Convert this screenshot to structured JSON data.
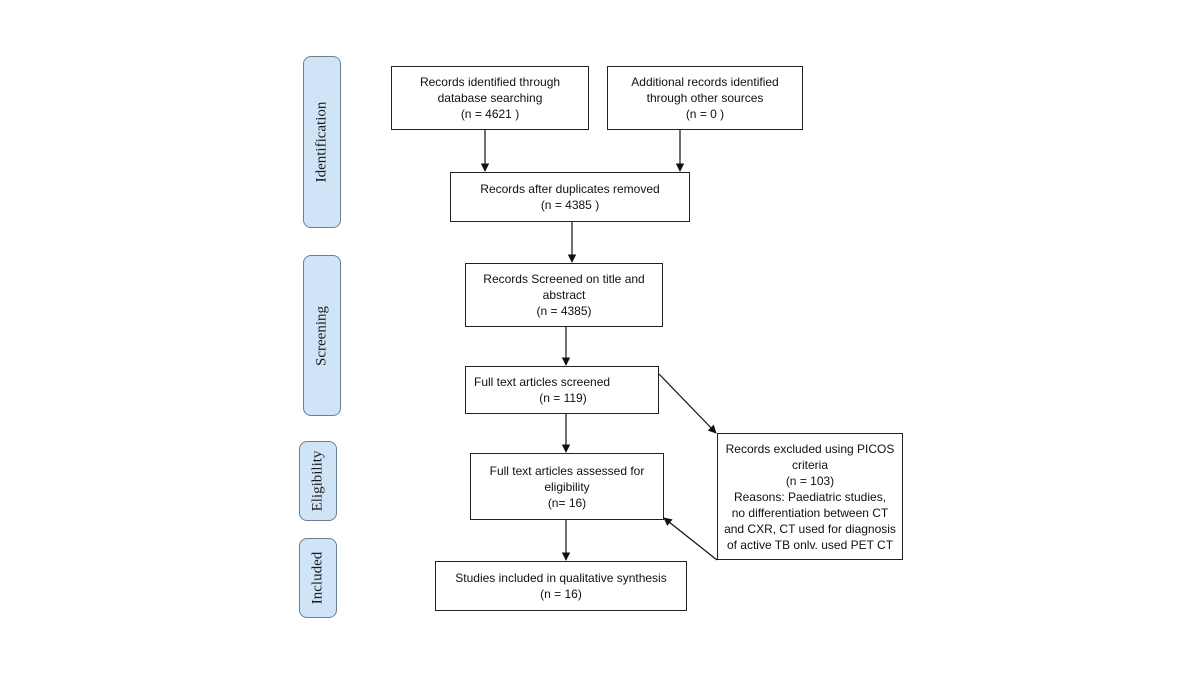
{
  "phases": {
    "identification": "Identification",
    "screening": "Screening",
    "eligibility": "Eligibility",
    "included": "Included"
  },
  "boxes": {
    "database": {
      "line1": "Records identified through",
      "line2": "database searching",
      "count": "(n = 4621 )"
    },
    "other": {
      "line1": "Additional records identified",
      "line2": "through other sources",
      "count": "(n = 0 )"
    },
    "duplicates": {
      "line1": "Records after duplicates removed",
      "count": "(n = 4385 )"
    },
    "screened": {
      "line1": "Records Screened on title and",
      "line2": "abstract",
      "count": "(n = 4385)"
    },
    "fulltext_screened": {
      "line1": "Full text articles screened",
      "count": "(n = 119)"
    },
    "eligibility": {
      "line1": "Full text articles assessed for",
      "line2": "eligibility",
      "count": "(n= 16)"
    },
    "excluded": {
      "line1": "Records excluded using PICOS",
      "line2": "criteria",
      "count": "(n = 103)",
      "line3": "Reasons: Paediatric studies,",
      "line4": "no differentiation between CT",
      "line5": "and CXR, CT used for diagnosis",
      "line6": "of active TB onlv. used PET CT"
    },
    "included": {
      "line1": "Studies included in qualitative synthesis",
      "count": "(n = 16)"
    }
  }
}
